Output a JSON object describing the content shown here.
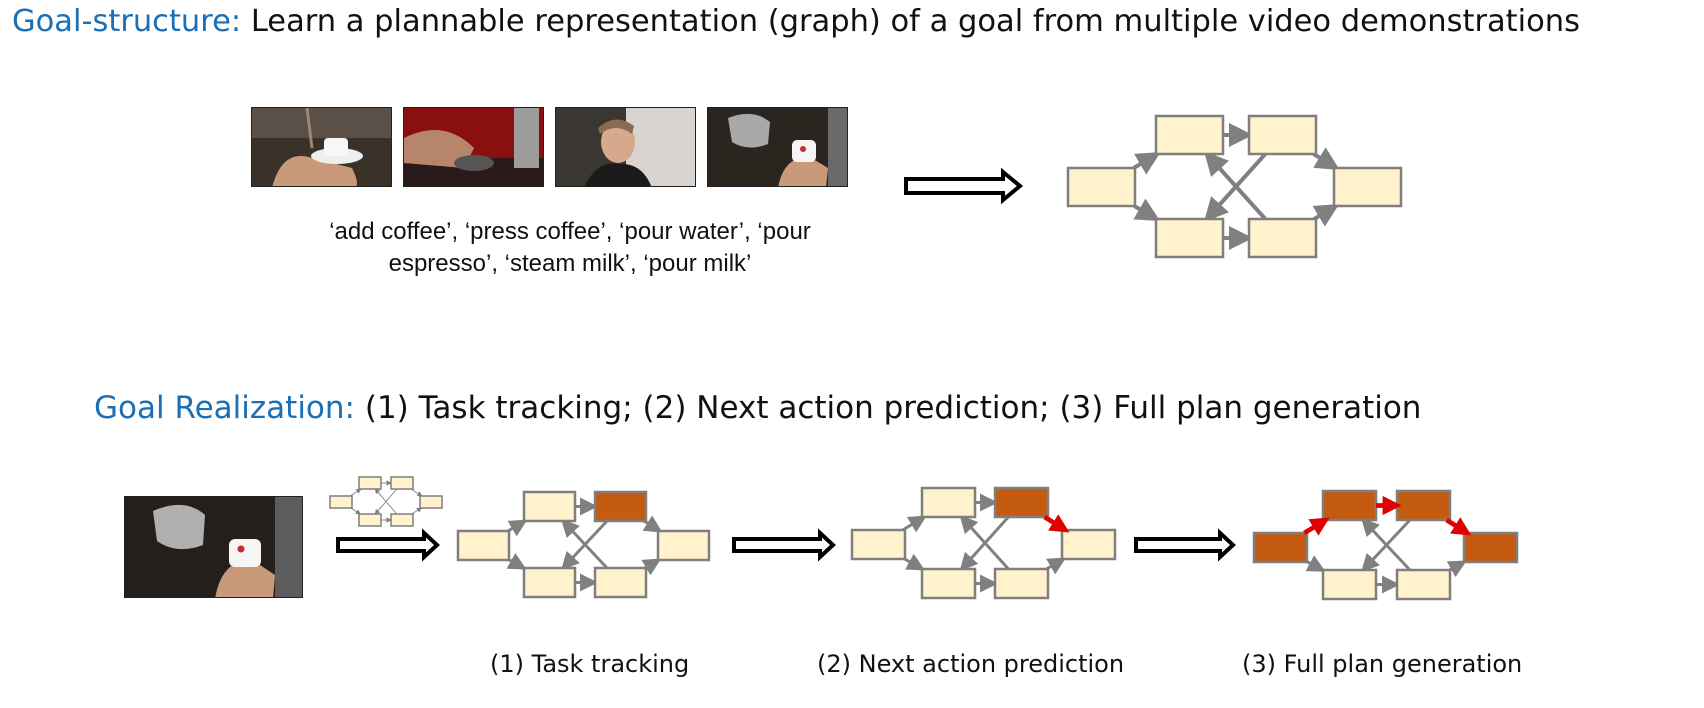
{
  "goal_structure": {
    "title_accent": "Goal-structure:",
    "title_rest": " Learn a plannable representation (graph) of a goal from multiple video demonstrations",
    "caption": "‘add coffee’, ‘press coffee’, ‘pour water’, ‘pour espresso’, ‘steam milk’, ‘pour milk’"
  },
  "goal_realization": {
    "title_accent": "Goal Realization:",
    "title_rest": " (1) Task tracking; (2) Next action prediction; (3) Full plan generation",
    "stages": [
      {
        "label": "(1) Task tracking"
      },
      {
        "label": "(2) Next action prediction"
      },
      {
        "label": "(3) Full plan generation"
      }
    ]
  },
  "colors": {
    "accent": "#1a6fb5",
    "node_fill": "#fff2cc",
    "node_stroke": "#7f7f7f",
    "node_active": "#c55a11",
    "edge": "#808080",
    "highlight_arrow": "#e00000"
  }
}
